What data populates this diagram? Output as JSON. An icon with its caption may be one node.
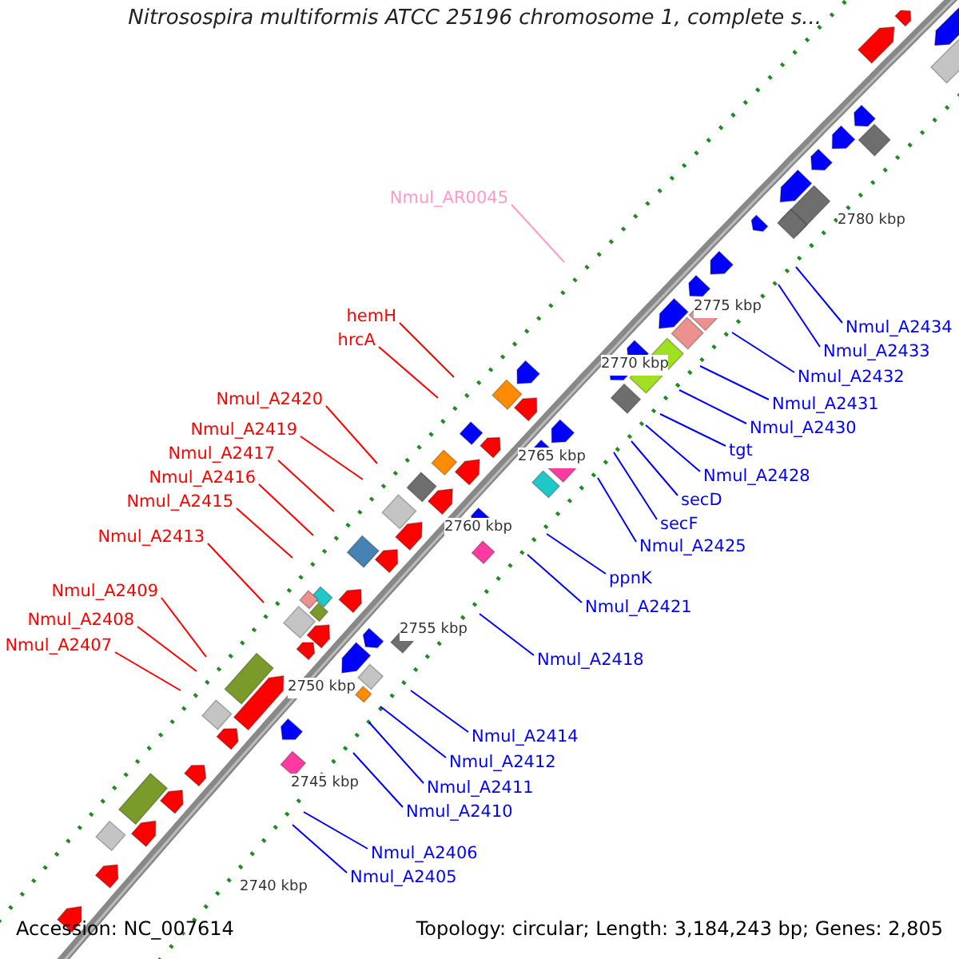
{
  "diagram": {
    "title": "Nitrosospira multiformis ATCC 25196 chromosome 1, complete s...",
    "nodes": [
      {
        "text": [
          "Nmul_AR0045"
        ]
      },
      {
        "text": [
          "hemH"
        ]
      },
      {
        "text": [
          "Nmul_A2434"
        ]
      },
      {
        "text": [
          "hrcA"
        ]
      },
      {
        "text": [
          "Nmul_A2433"
        ]
      },
      {
        "text": [
          "Nmul_A2432"
        ]
      },
      {
        "text": [
          "Nmul_A2420"
        ]
      },
      {
        "text": [
          "Nmul_A2431"
        ]
      },
      {
        "text": [
          "Nmul_A2419"
        ]
      },
      {
        "text": [
          "Nmul_A2430"
        ]
      },
      {
        "text": [
          "tgt"
        ]
      },
      {
        "text": [
          "Nmul_A2417"
        ]
      },
      {
        "text": [
          "Nmul_A2428"
        ]
      },
      {
        "text": [
          "Nmul_A2416"
        ]
      },
      {
        "text": [
          "secD"
        ]
      },
      {
        "text": [
          "Nmul_A2415"
        ]
      },
      {
        "text": [
          "secF"
        ]
      },
      {
        "text": [
          "Nmul_A2413"
        ]
      },
      {
        "text": [
          "Nmul_A2425"
        ]
      },
      {
        "text": [
          "ppnK"
        ]
      },
      {
        "text": [
          "Nmul_A2409"
        ]
      },
      {
        "text": [
          "Nmul_A2421"
        ]
      },
      {
        "text": [
          "Nmul_A2408"
        ]
      },
      {
        "text": [
          "Nmul_A2407"
        ]
      },
      {
        "text": [
          "Nmul_A2418"
        ]
      },
      {
        "text": [
          "Nmul_A2414"
        ]
      },
      {
        "text": [
          "Nmul_A2412"
        ]
      },
      {
        "text": [
          "Nmul_A2411"
        ]
      },
      {
        "text": [
          "Nmul_A2410"
        ]
      },
      {
        "text": [
          "Nmul_A2406"
        ]
      },
      {
        "text": [
          "Nmul_A2405"
        ]
      }
    ],
    "edges": [
      {
        "from": 0,
        "to": null,
        "arrow": "none",
        "color": "#ff99cc"
      },
      {
        "from": 1,
        "to": null,
        "arrow": "none",
        "color": "#ff0000"
      },
      {
        "from": 2,
        "to": null,
        "arrow": "none"
      },
      {
        "from": 3,
        "to": null,
        "arrow": "none",
        "color": "#ff0000"
      },
      {
        "from": 4,
        "to": null,
        "arrow": "none"
      },
      {
        "from": 5,
        "to": null,
        "arrow": "none"
      },
      {
        "from": 6,
        "to": null,
        "arrow": "none",
        "color": "#ff0000"
      },
      {
        "from": 7,
        "to": null,
        "arrow": "none"
      },
      {
        "from": 8,
        "to": null,
        "arrow": "none",
        "color": "#ff0000"
      },
      {
        "from": 9,
        "to": null,
        "arrow": "none"
      },
      {
        "from": 10,
        "to": null,
        "arrow": "none"
      },
      {
        "from": 11,
        "to": null,
        "arrow": "none",
        "color": "#ff0000"
      },
      {
        "from": 12,
        "to": null,
        "arrow": "none"
      },
      {
        "from": 13,
        "to": null,
        "arrow": "none",
        "color": "#ff0000"
      },
      {
        "from": 14,
        "to": null,
        "arrow": "none"
      },
      {
        "from": 15,
        "to": null,
        "arrow": "none",
        "color": "#ff0000"
      },
      {
        "from": 16,
        "to": null,
        "arrow": "none"
      },
      {
        "from": 17,
        "to": null,
        "arrow": "none",
        "color": "#ff0000"
      },
      {
        "from": 18,
        "to": null,
        "arrow": "none"
      },
      {
        "from": 19,
        "to": null,
        "arrow": "none"
      },
      {
        "from": 20,
        "to": null,
        "arrow": "none",
        "color": "#ff0000"
      },
      {
        "from": 21,
        "to": null,
        "arrow": "none"
      },
      {
        "from": 22,
        "to": null,
        "arrow": "none",
        "color": "#ff0000"
      },
      {
        "from": 23,
        "to": null,
        "arrow": "none",
        "color": "#ff0000"
      },
      {
        "from": 24,
        "to": null,
        "arrow": "none"
      },
      {
        "from": 25,
        "to": null,
        "arrow": "none"
      },
      {
        "from": 26,
        "to": null,
        "arrow": "none"
      },
      {
        "from": 27,
        "to": null,
        "arrow": "none"
      },
      {
        "from": 28,
        "to": null,
        "arrow": "none"
      },
      {
        "from": 29,
        "to": null,
        "arrow": "none"
      },
      {
        "from": 30,
        "to": null,
        "arrow": "none"
      }
    ],
    "labels": [
      "2780 kbp",
      "2775 kbp",
      "2770 kbp",
      "2765 kbp",
      "2760 kbp",
      "2755 kbp",
      "2750 kbp",
      "2745 kbp",
      "2740 kbp",
      "Accession: NC_007614",
      "Topology: circular; Length: 3,184,243 bp; Genes: 2,805"
    ]
  }
}
